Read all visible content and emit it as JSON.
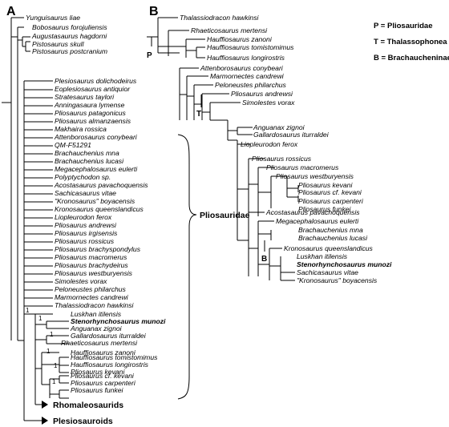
{
  "panel_a": {
    "label": "A",
    "outgroup_taxa": [
      "Yunguisaurus liae",
      "Bobosaurus forojuliensis",
      "Augustasaurus hagdorni",
      "Pistosaurus skull",
      "Pistosaurus postcranium"
    ],
    "ingroup_taxa": [
      "Plesiosaurus dolichodeirus",
      "Eoplesiosaurus antiquior",
      "Stratesaurus taylori",
      "Anningasaura lymense",
      "Pliosaurus patagonicus",
      "Pliosaurus almanzaensis",
      "Makhaira rossica",
      "Attenborosaurus conybeari",
      "QM-F51291",
      "Brachauchenius mna",
      "Brachauchenius lucasi",
      "Megacephalosaurus eulerti",
      "Polyptychodon sp.",
      "Acostasaurus pavachoquensis",
      "Sachicasaurus vitae",
      "\"Kronosaurus\" boyacensis",
      "Kronosaurus queenslandicus",
      "Liopleurodon ferox",
      "Pliosaurus andrewsi",
      "Pliosaurus irgisensis",
      "Pliosaurus rossicus",
      "Pliosaurus brachyspondylus",
      "Pliosaurus macromerus",
      "Pliosaurus brachydeirus",
      "Pliosaurus westburyensis",
      "Simolestes vorax",
      "Peloneustes philarchus",
      "Marmornectes candrewi",
      "Thalassiodracon hawkinsi",
      "Luskhan itilensis",
      "Stenorhynchosaurus munozi",
      "Anguanax zignoi",
      "Gallardosaurus iturraldei",
      "Rhaeticosaurus mertensi",
      "Hauffiosaurus zanoni",
      "Hauffiosaurus tomistomimus",
      "Hauffiosaurus longirostris",
      "Pliosaurus kevani",
      "Pliosaurus cf. kevani",
      "Pliosaurus carpenteri",
      "Pliosaurus funkei"
    ],
    "support_values": [
      "1",
      "1",
      "1",
      "1",
      "1",
      "1"
    ],
    "bracket_label": "Pliosauridae",
    "arrow_labels": [
      "Rhomaleosaurids",
      "Plesiosauroids"
    ]
  },
  "panel_b": {
    "label": "B",
    "taxa": [
      "Thalassiodracon hawkinsi",
      "Rhaeticosaurus mertensi",
      "Hauffiosaurus zanoni",
      "Hauffiosaurus tomistomimus",
      "Hauffiosaurus longirostris",
      "Attenborosaurus conybeari",
      "Marmornectes candrewi",
      "Peloneustes philarchus",
      "Pliosaurus andrewsi",
      "Simolestes vorax",
      "Anguanax zignoi",
      "Gallardosaurus iturraldei",
      "Liopleurodon ferox",
      "Pliosaurus rossicus",
      "Pliosaurus macromerus",
      "Pliosaurus westburyensis",
      "Pliosaurus kevani",
      "Pliosaurus cf. kevani",
      "Pliosaurus carpenteri",
      "Pliosaurus funkei",
      "Acostasaurus pavachoquensis",
      "Megacephalosaurus eulerti",
      "Brachauchenius mna",
      "Brachauchenius lucasi",
      "Kronosaurus queenslandicus",
      "Luskhan itilensis",
      "Stenorhynchosaurus munozi",
      "Sachicasaurus vitae",
      "\"Kronosaurus\" boyacensis"
    ],
    "node_labels": [
      "P",
      "T",
      "B"
    ],
    "legend": [
      "P = Pliosauridae",
      "T = Thalassophonea",
      "B = Brachaucheninae"
    ]
  }
}
